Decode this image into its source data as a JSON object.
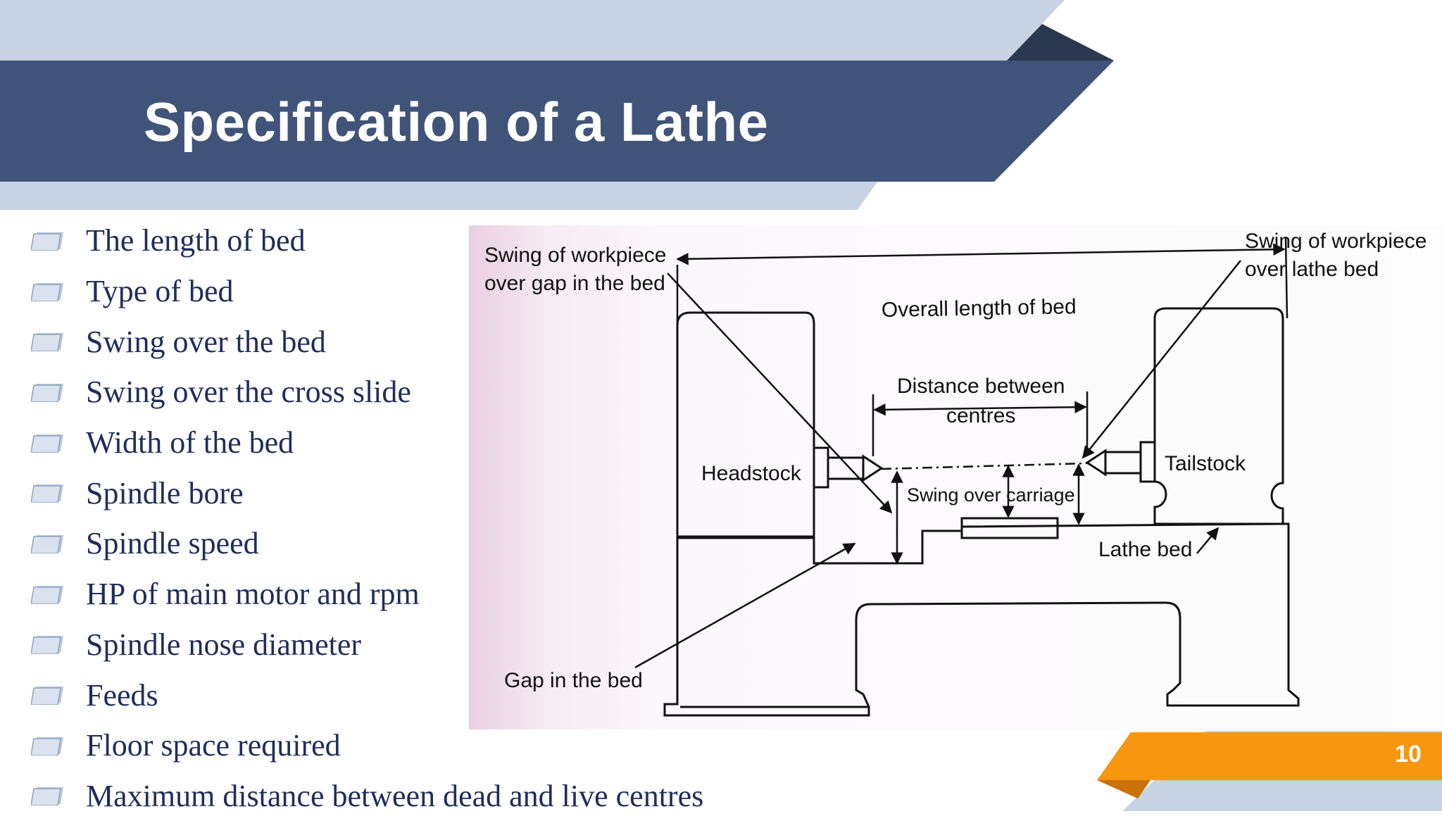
{
  "slide": {
    "title": "Specification of a Lathe",
    "page_number": "10"
  },
  "bullets": [
    "The length of bed",
    "Type of bed",
    "Swing over the bed",
    "Swing over the cross slide",
    "Width of the bed",
    "Spindle bore",
    "Spindle speed",
    "HP of main motor and rpm",
    "Spindle nose diameter",
    "Feeds",
    "Floor space required",
    "Maximum distance  between dead and live centres"
  ],
  "diagram": {
    "labels": {
      "swing_gap_line1": "Swing of workpiece",
      "swing_gap_line2": "over gap in the bed",
      "swing_bed_line1": "Swing of workpiece",
      "swing_bed_line2": "over lathe bed",
      "overall_length": "Overall length of bed",
      "distance_line1": "Distance between",
      "distance_line2": "centres",
      "headstock": "Headstock",
      "tailstock": "Tailstock",
      "swing_carriage": "Swing over carriage",
      "lathe_bed": "Lathe bed",
      "gap_bed": "Gap in the bed"
    }
  },
  "colors": {
    "banner_dark": "#40547a",
    "banner_light": "#c7d3e3",
    "accent_orange": "#f7960f",
    "text_navy": "#1f2d5c"
  }
}
